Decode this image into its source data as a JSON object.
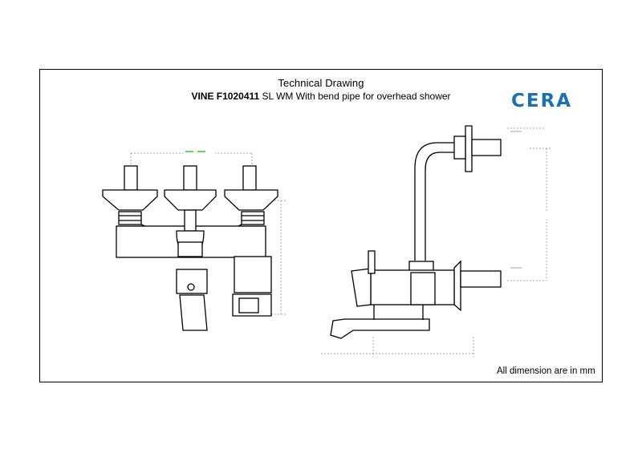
{
  "header": {
    "title": "Technical Drawing",
    "model": "VINE F1020411",
    "description": "SL WM With bend pipe for overhead shower"
  },
  "brand": {
    "logo_text": "CERA",
    "color": "#1b6fb5"
  },
  "footer": {
    "note": "All dimension are in mm"
  },
  "colors": {
    "line": "#000000",
    "dimension": "#777777",
    "highlight": "#2ecc2e"
  }
}
